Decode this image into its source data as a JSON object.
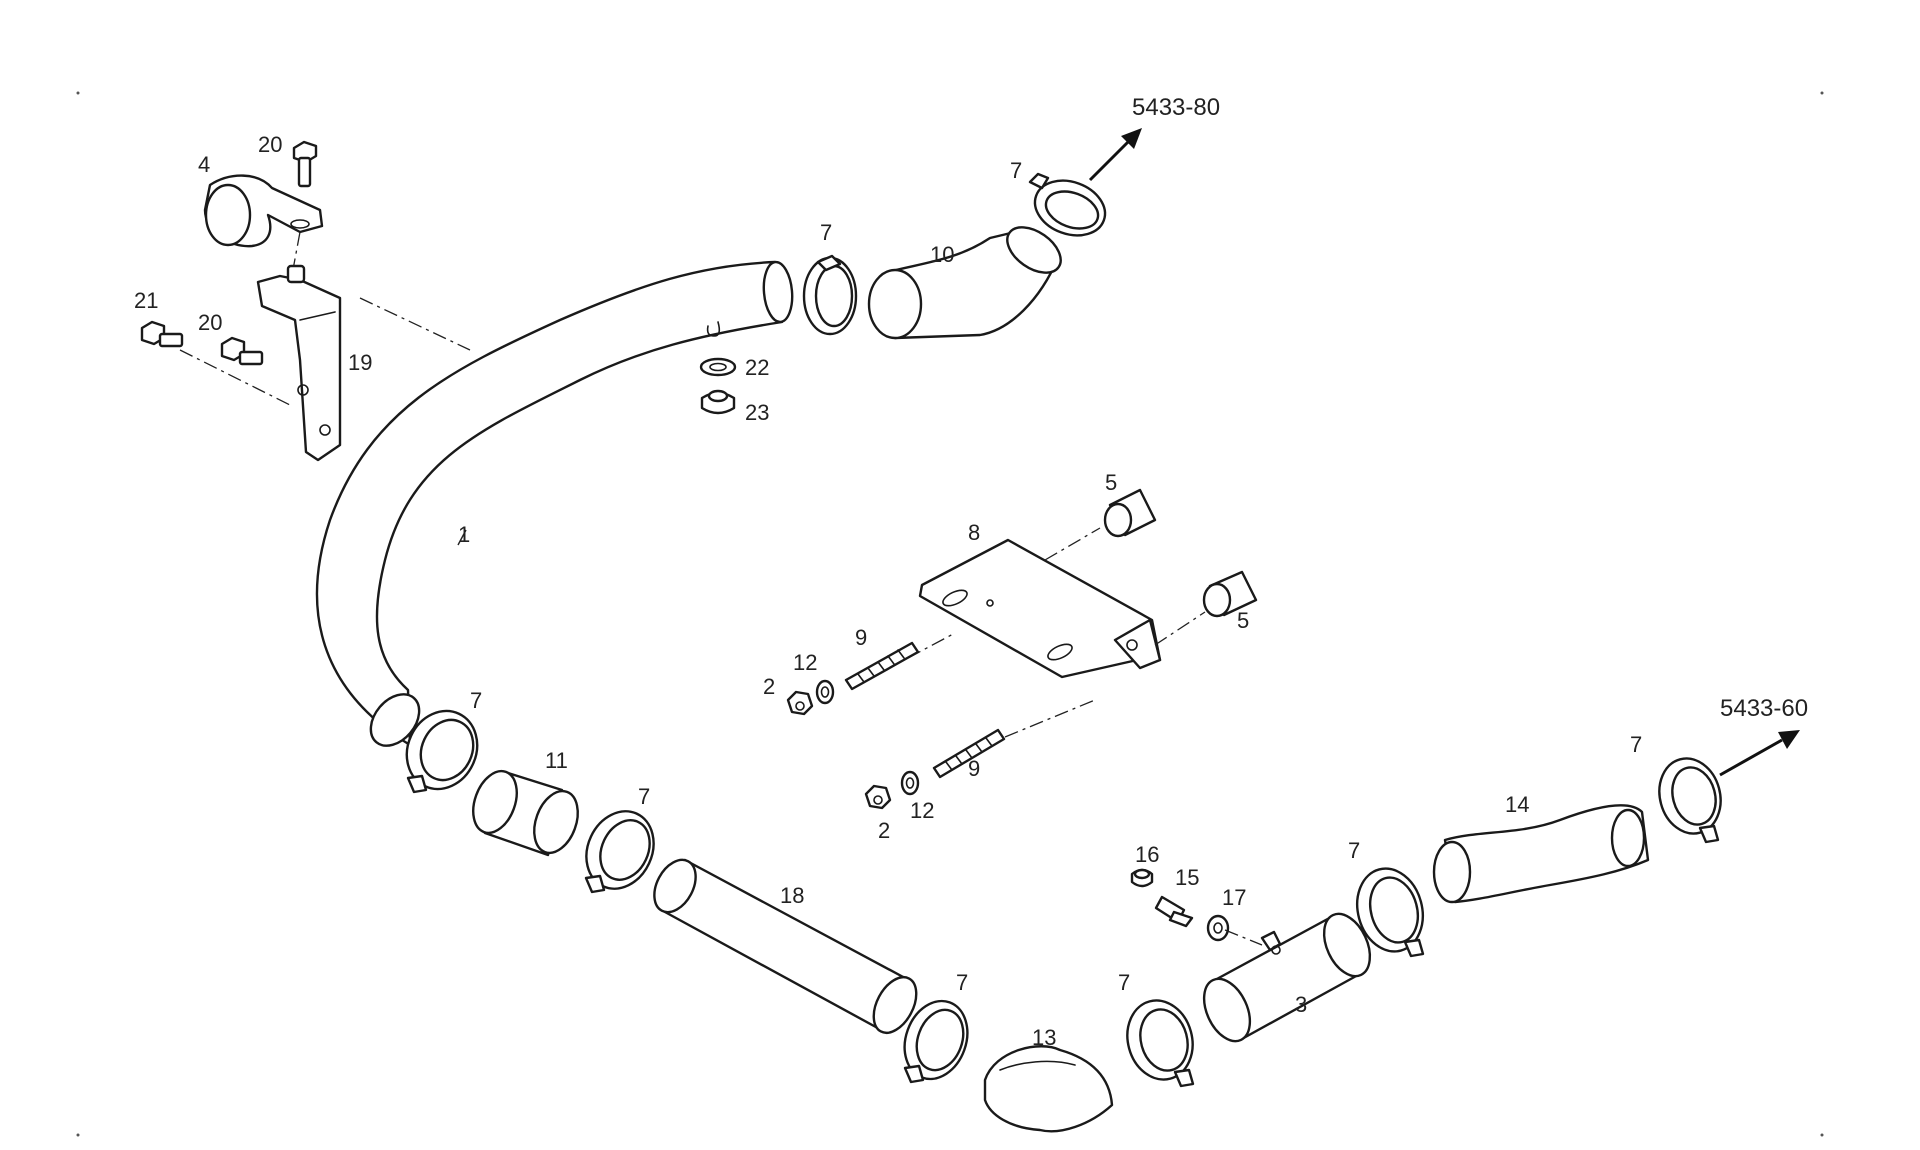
{
  "callouts": {
    "p1": "1",
    "p2a": "2",
    "p2b": "2",
    "p3": "3",
    "p4": "4",
    "p5a": "5",
    "p5b": "5",
    "p7a": "7",
    "p7b": "7",
    "p7c": "7",
    "p7d": "7",
    "p7e": "7",
    "p7f": "7",
    "p7g": "7",
    "p7h": "7",
    "p8": "8",
    "p9a": "9",
    "p9b": "9",
    "p10": "10",
    "p11": "11",
    "p12a": "12",
    "p12b": "12",
    "p13": "13",
    "p14": "14",
    "p15": "15",
    "p16": "16",
    "p17": "17",
    "p18": "18",
    "p19": "19",
    "p20a": "20",
    "p20b": "20",
    "p21": "21",
    "p22": "22",
    "p23": "23"
  },
  "references": {
    "upper": "5433-80",
    "lower": "5433-60"
  }
}
